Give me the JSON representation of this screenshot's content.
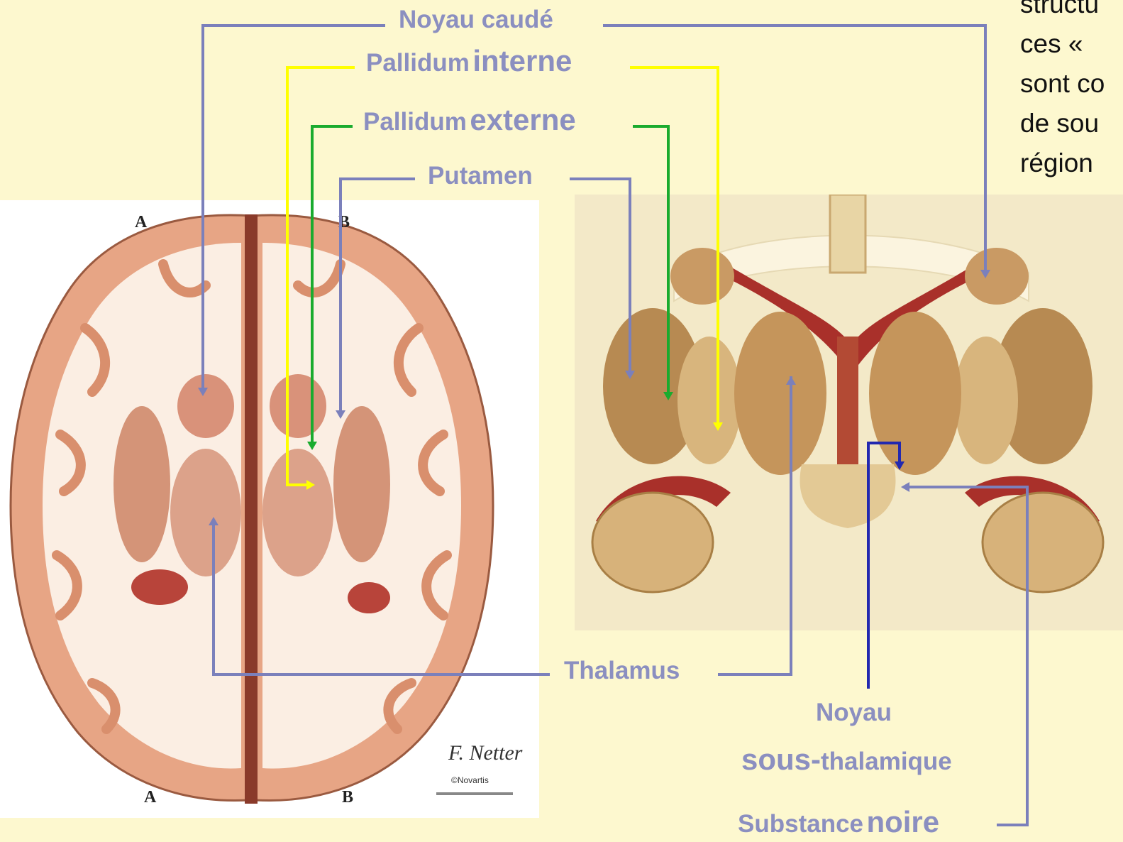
{
  "labels": {
    "caudate": "Noyau caudé",
    "gpi_a": "Pallidum",
    "gpi_b": "interne",
    "gpe_a": "Pallidum",
    "gpe_b": "externe",
    "putamen": "Putamen",
    "thalamus": "Thalamus",
    "stn_line1": "Noyau",
    "stn_a": "sous-",
    "stn_b": "thalamique",
    "sn_a": "Substance",
    "sn_b": "noire"
  },
  "right_text": [
    "structu",
    "ces «",
    "sont co",
    "de sou",
    "région"
  ],
  "figure_marks": {
    "a_top": "A",
    "b_top": "B",
    "a_bottom": "A",
    "b_bottom": "B"
  },
  "credit": {
    "signature": "F. Netter",
    "copyright": "©Novartis"
  },
  "colors": {
    "background": "#fdf8cf",
    "label_text": "#8b8fc0",
    "line_gray_blue": "#7b80bb",
    "line_yellow": "#ffff00",
    "line_green": "#1aab2e",
    "line_dark_blue": "#2228b0"
  }
}
